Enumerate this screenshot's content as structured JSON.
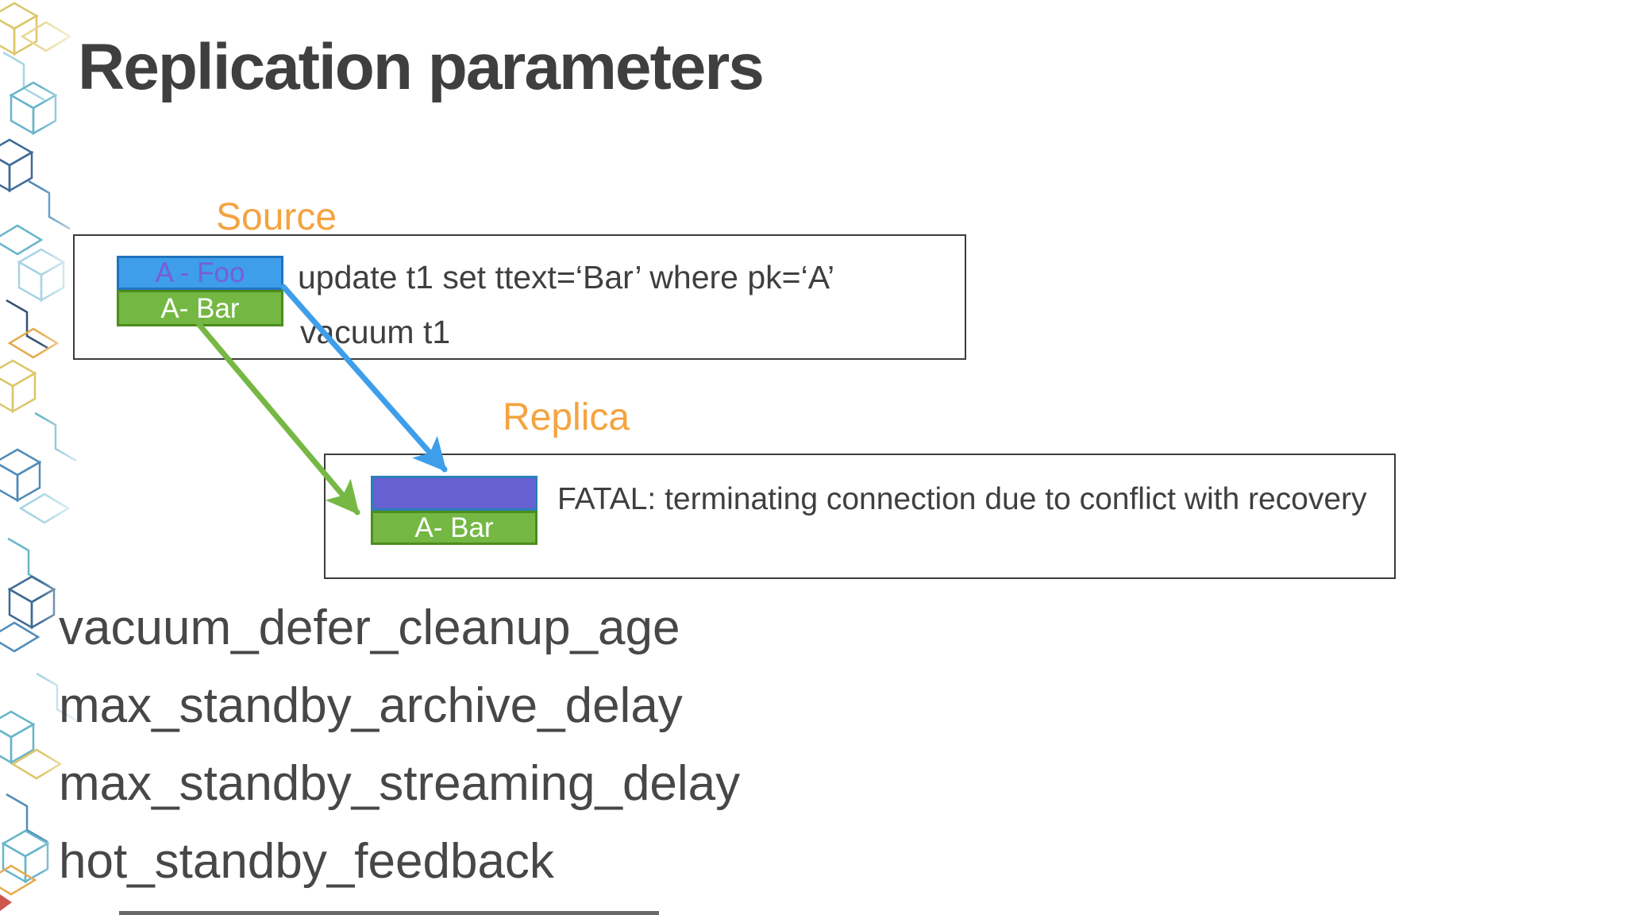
{
  "slide": {
    "title": "Replication parameters",
    "background_color": "#ffffff"
  },
  "colors": {
    "title_text": "#3f3f3f",
    "body_text": "#3f3f3f",
    "param_text": "#474747",
    "label_orange": "#f5a340",
    "box_border": "#3c3c3c",
    "blue_fill": "#3e9eea",
    "blue_border": "#2173be",
    "purple_fill": "#6660d2",
    "purple_border": "#2b7fb8",
    "green_fill": "#74b843",
    "green_border": "#4e8d1d",
    "foo_text": "#7a5cdb",
    "bar_text": "#ffffff",
    "arrow_blue": "#3e9ee9",
    "arrow_green": "#76b843",
    "red_accent": "#c8453a",
    "bottom_bar": "#4d4d4d"
  },
  "diagram": {
    "source": {
      "label": "Source",
      "rows": [
        {
          "label": "A - Foo"
        },
        {
          "label": "A- Bar"
        }
      ],
      "statements": [
        "update t1 set ttext=‘Bar’ where pk=‘A’",
        "vacuum t1"
      ]
    },
    "replica": {
      "label": "Replica",
      "rows": [
        {
          "label": ""
        },
        {
          "label": "A- Bar"
        }
      ],
      "message": "FATAL: terminating connection due to conflict with recovery"
    }
  },
  "parameters": [
    "vacuum_defer_cleanup_age",
    "max_standby_archive_delay",
    "max_standby_streaming_delay",
    "hot_standby_feedback"
  ]
}
